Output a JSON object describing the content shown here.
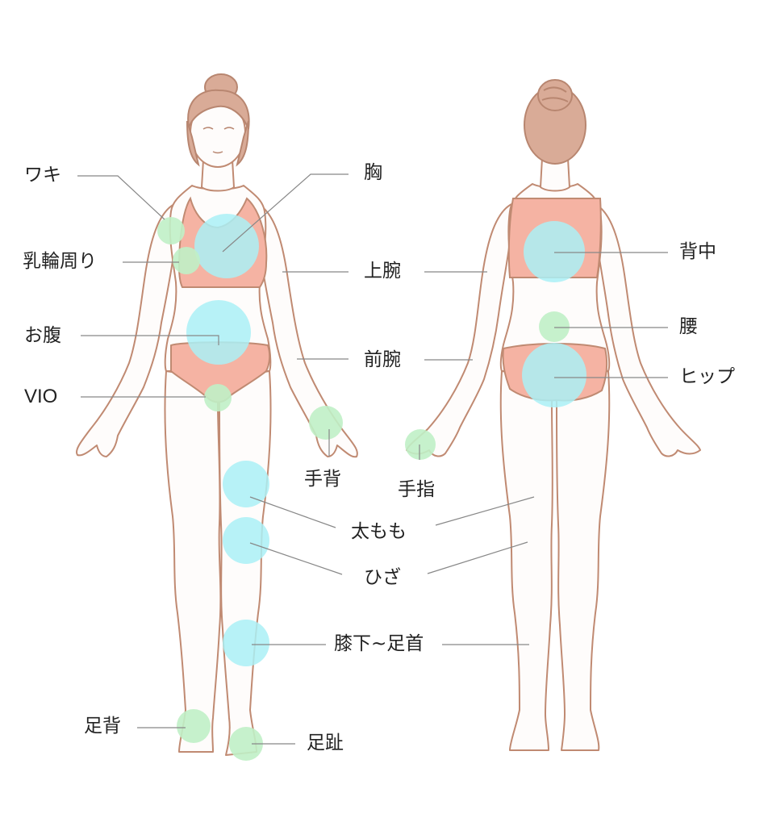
{
  "labels": {
    "waki": "ワキ",
    "nyurin": "乳輪周り",
    "onaka": "お腹",
    "vio": "VIO",
    "ashiura": "足背",
    "mune": "胸",
    "jowan": "上腕",
    "zenwan": "前腕",
    "tehai": "手背",
    "yubi": "手指",
    "futomomo": "太もも",
    "hiza": "ひざ",
    "hizashita": "膝下~足首",
    "ashiyubi": "足趾",
    "senaka": "背中",
    "koshi": "腰",
    "hip": "ヒップ"
  },
  "colors": {
    "outline": "#c08a72",
    "skin": "#fefcfb",
    "hair": "#d9ab97",
    "hair_dark": "#b88670",
    "underwear": "#f5b3a3",
    "blue_spot": "#aaf0f6",
    "green_spot": "#c0efc6",
    "leader_line": "#888888"
  },
  "icons": [
    "front-body-figure",
    "back-body-figure"
  ]
}
